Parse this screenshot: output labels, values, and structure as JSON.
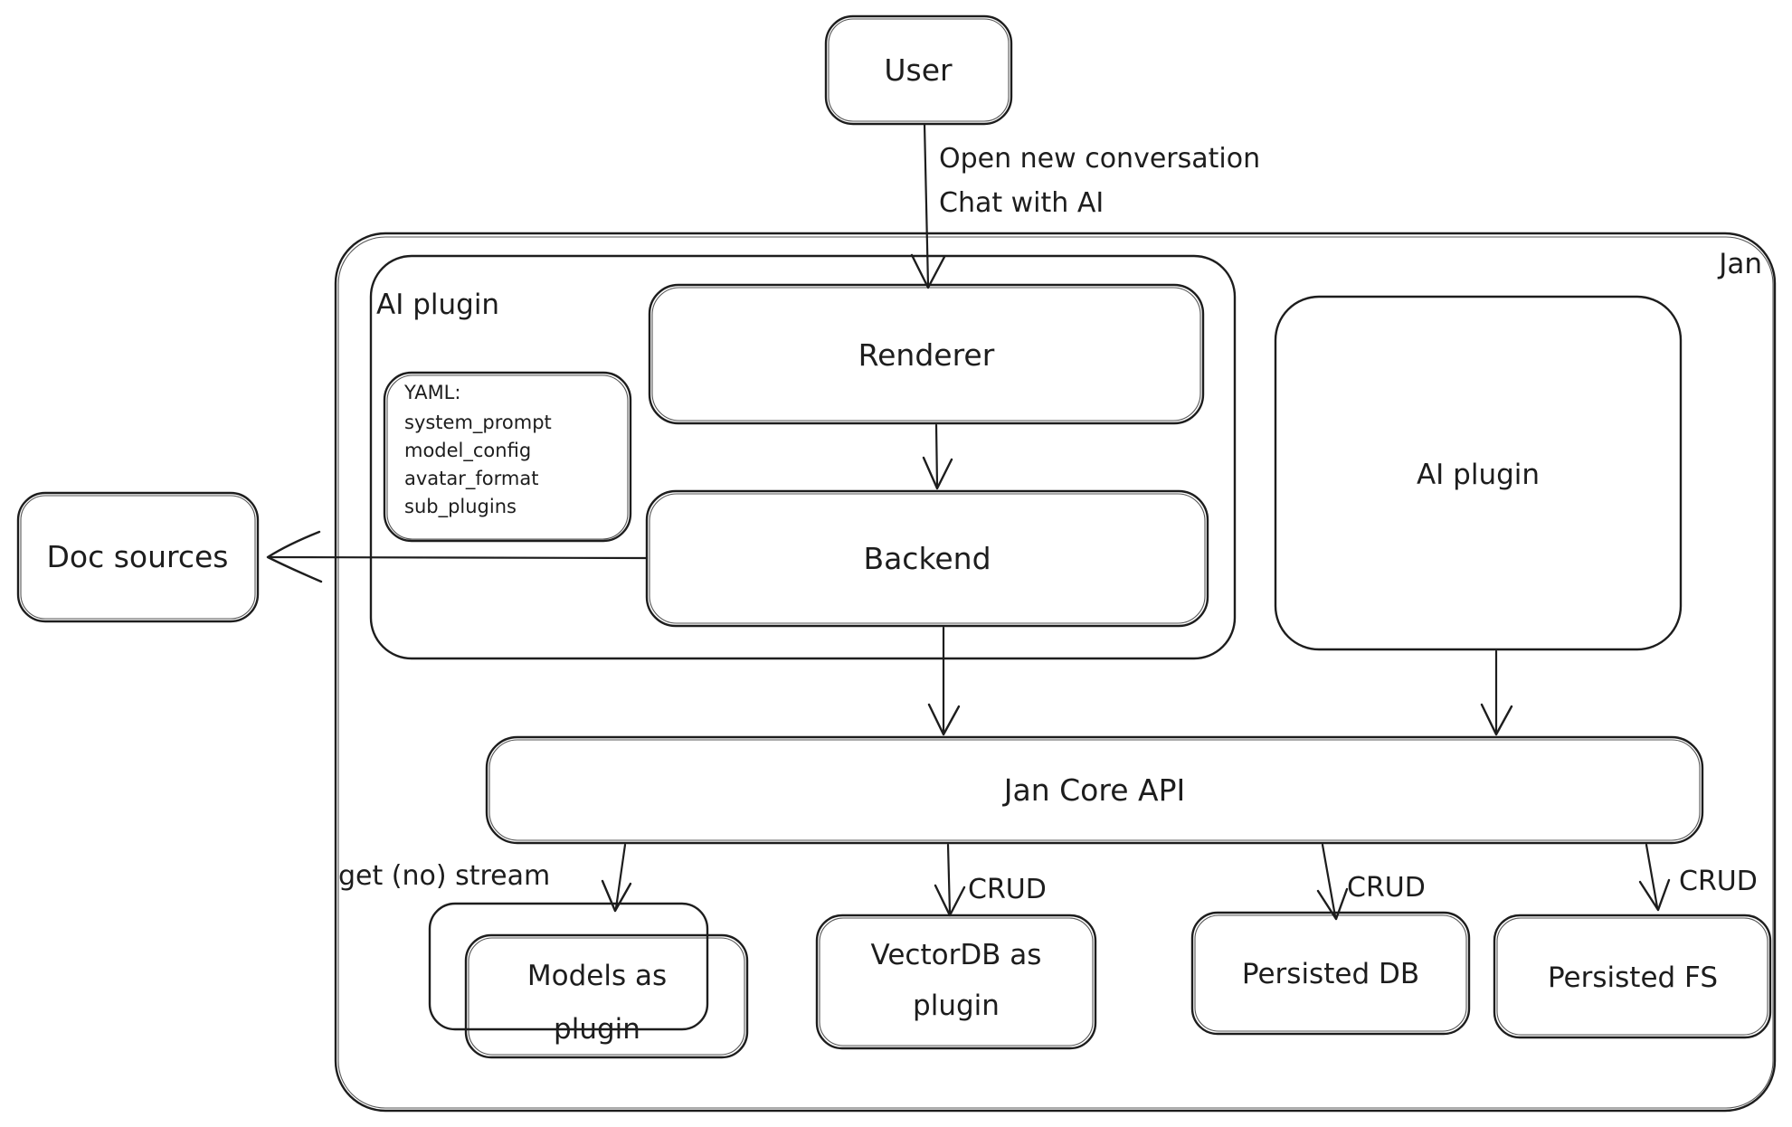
{
  "diagram": {
    "background": "#ffffff",
    "ink_color": "#1d1d1d",
    "frame": {
      "jan_label": "Jan",
      "ai_plugin_container_label": "AI plugin"
    },
    "nodes": {
      "user": {
        "label": "User"
      },
      "renderer": {
        "label": "Renderer"
      },
      "backend": {
        "label": "Backend"
      },
      "doc_sources": {
        "label": "Doc sources"
      },
      "ai_plugin_right": {
        "label": "AI plugin"
      },
      "jan_core_api": {
        "label": "Jan Core API"
      },
      "models_plugin": {
        "line1": "Models as",
        "line2": "plugin"
      },
      "vector_db": {
        "line1": "VectorDB as",
        "line2": "plugin"
      },
      "persisted_db": {
        "label": "Persisted DB"
      },
      "persisted_fs": {
        "label": "Persisted FS"
      },
      "yaml_note": {
        "line1": "YAML:",
        "line2": "system_prompt",
        "line3": "model_config",
        "line4": "avatar_format",
        "line5": "sub_plugins"
      }
    },
    "edges": {
      "user_to_renderer": {
        "line1": "Open new conversation",
        "line2": "Chat with AI"
      },
      "jancore_to_models": {
        "label": "get (no) stream"
      },
      "jancore_to_vectordb": {
        "label": "CRUD"
      },
      "jancore_to_persisted_db": {
        "label": "CRUD"
      },
      "jancore_to_persisted_fs": {
        "label": "CRUD"
      }
    }
  }
}
